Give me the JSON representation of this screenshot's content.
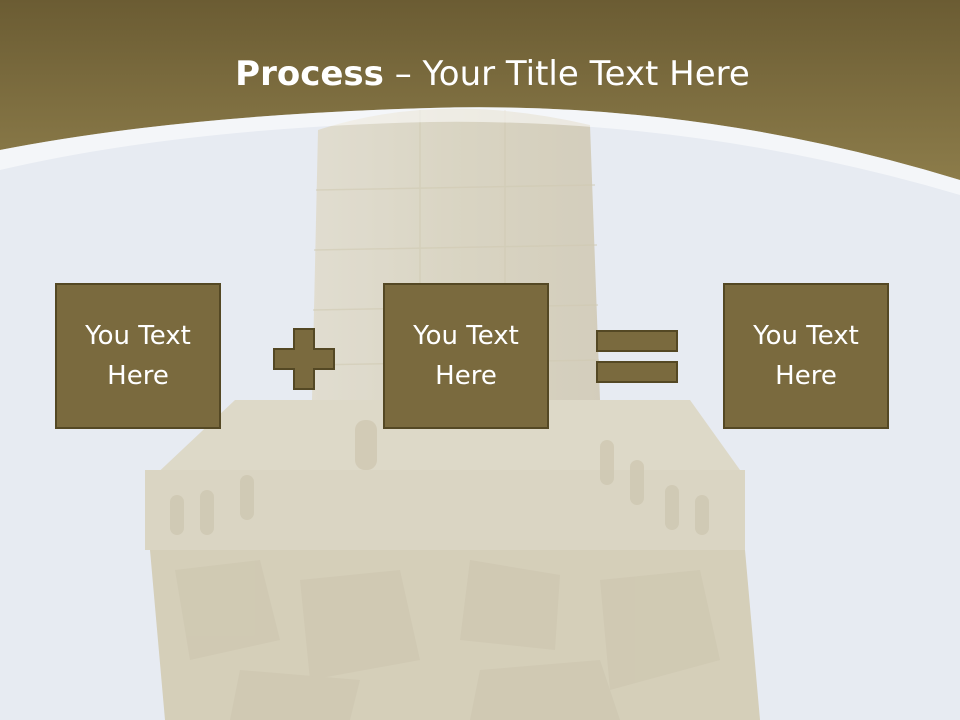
{
  "title": {
    "bold": "Process",
    "separator": " – ",
    "rest": "Your Title Text Here"
  },
  "boxes": [
    {
      "label": "You Text Here"
    },
    {
      "label": "You Text Here"
    },
    {
      "label": "You Text Here"
    }
  ],
  "operators": [
    "plus",
    "equals"
  ],
  "colors": {
    "header": "#7d6c3c",
    "box": "#7a6a3e",
    "box_border": "#544824",
    "sky": "#e6ebf3"
  }
}
